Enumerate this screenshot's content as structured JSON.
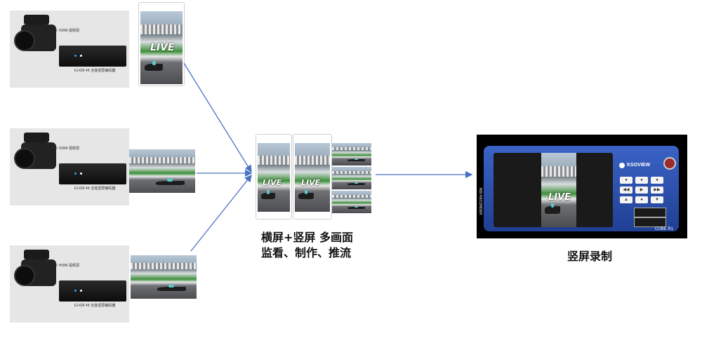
{
  "sources": [
    {
      "hdmi_label": "① HDMI 视频源",
      "encoder_label": "E1428 4K 全能竖屏编码器"
    },
    {
      "hdmi_label": "① HDMI 视频源",
      "encoder_label": "E1428 4K 全能竖屏编码器"
    },
    {
      "hdmi_label": "① HDMI 视频源",
      "encoder_label": "E1428 4K 全能竖屏编码器"
    }
  ],
  "screens": {
    "live_text": "LIVE"
  },
  "monitor_caption": {
    "line1": "横屏+竖屏 多画面",
    "line2": "监看、制作、推流"
  },
  "recorder": {
    "brand": "KSOVIEW",
    "model": "CUBE R1",
    "side_label": "NDI RECORDER",
    "caption": "竖屏录制"
  },
  "colors": {
    "arrow": "#4a72c4",
    "recorder_face": "#2f55b4"
  }
}
